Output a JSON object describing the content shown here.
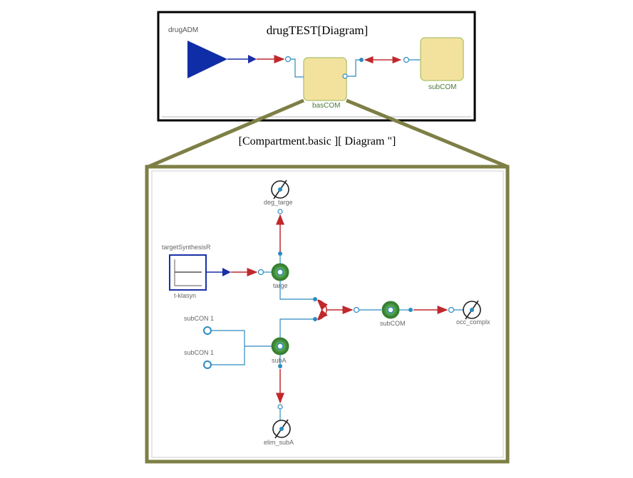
{
  "top_diagram": {
    "title": "drugTEST[Diagram]",
    "source_label": "drugADM",
    "compartment_label": "basCOM",
    "sub_compartment_label": "subCOM"
  },
  "zoom_caption": "[Compartment.basic ][ Diagram \"]",
  "detail_diagram": {
    "sink_top_label": "deg_targe",
    "input_box_label": "targetSynthesisR",
    "input_box_sublabel": "t-klasyn",
    "species_top_label": "targe",
    "species_right_label": "subCOM",
    "sink_right_label": "occ_complx",
    "port1_label": "subCON 1",
    "port2_label": "subCON 1",
    "species_bottom_label": "subA",
    "sink_bottom_label": "elim_subA"
  },
  "colors": {
    "frame_border": "#000000",
    "zoom_border": "#7d7f45",
    "blue_edge": "#2c8bc0",
    "red_edge": "#c0282c",
    "node_green": "#4a9a44",
    "compartment_fill": "#f3e29e",
    "source_triangle": "#0f2da6"
  }
}
